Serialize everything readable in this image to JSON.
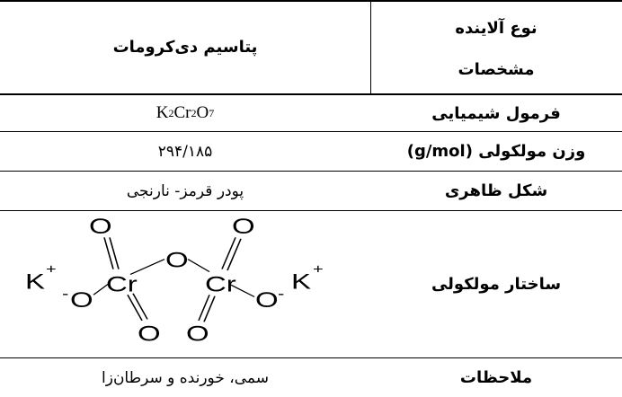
{
  "header": {
    "type_label": "نوع آلاینده",
    "spec_label": "مشخصات",
    "substance": "پتاسیم دی‌کرومات"
  },
  "rows": [
    {
      "label": "فرمول شیمیایی",
      "formula": {
        "k": "K",
        "k_sub": "2",
        "cr": "Cr",
        "cr_sub": "2",
        "o": "O",
        "o_sub": "7"
      }
    },
    {
      "label": "وزن مولکولی (g/mol)",
      "value": "۲۹۴/۱۸۵"
    },
    {
      "label": "شکل ظاهری",
      "value": "پودر قرمز- نارنجی"
    },
    {
      "label": "ساختار مولکولی"
    },
    {
      "label": "ملاحظات",
      "value": "سمی، خورنده و سرطان‌زا"
    }
  ],
  "structure": {
    "atoms": [
      "K",
      "+",
      "O",
      "-",
      "Cr",
      "O",
      "O",
      "Cr",
      "O",
      "O",
      "O",
      "-",
      "K",
      "+",
      "O"
    ],
    "icon": "dichromate-structure-icon"
  }
}
